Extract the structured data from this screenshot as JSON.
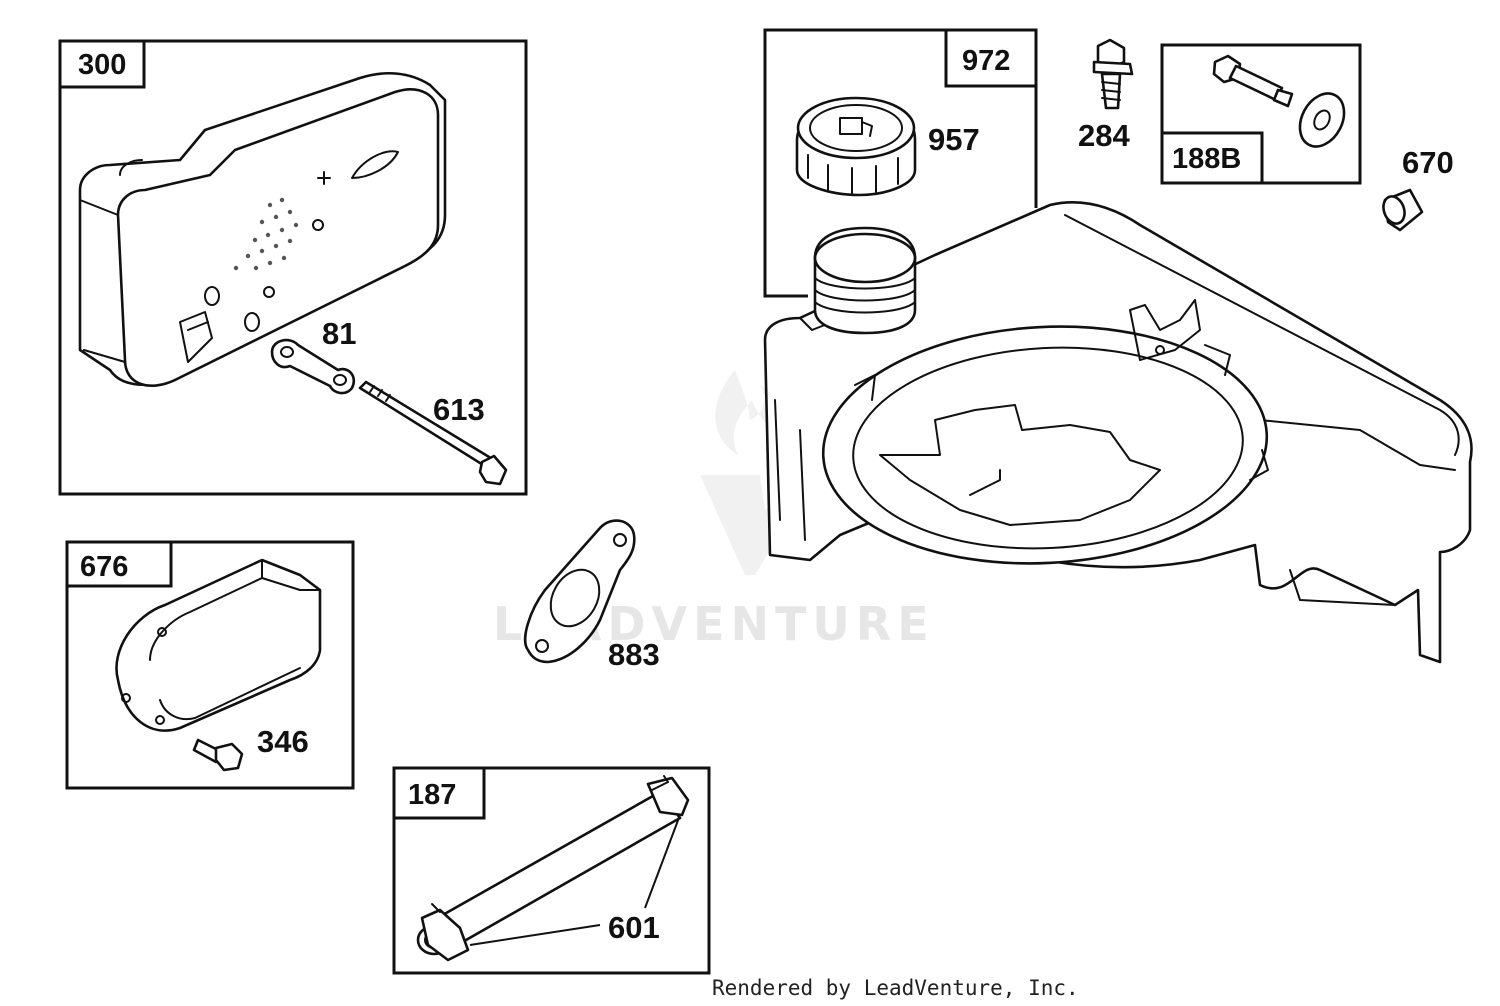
{
  "callouts": {
    "box_300": "300",
    "box_972": "972",
    "box_188b": "188B",
    "box_676": "676",
    "box_187": "187",
    "p957": "957",
    "p284": "284",
    "p670": "670",
    "p81": "81",
    "p613": "613",
    "p883": "883",
    "p346": "346",
    "p601": "601"
  },
  "watermark": "LEADVENTURE",
  "footer": "Rendered by LeadVenture, Inc."
}
